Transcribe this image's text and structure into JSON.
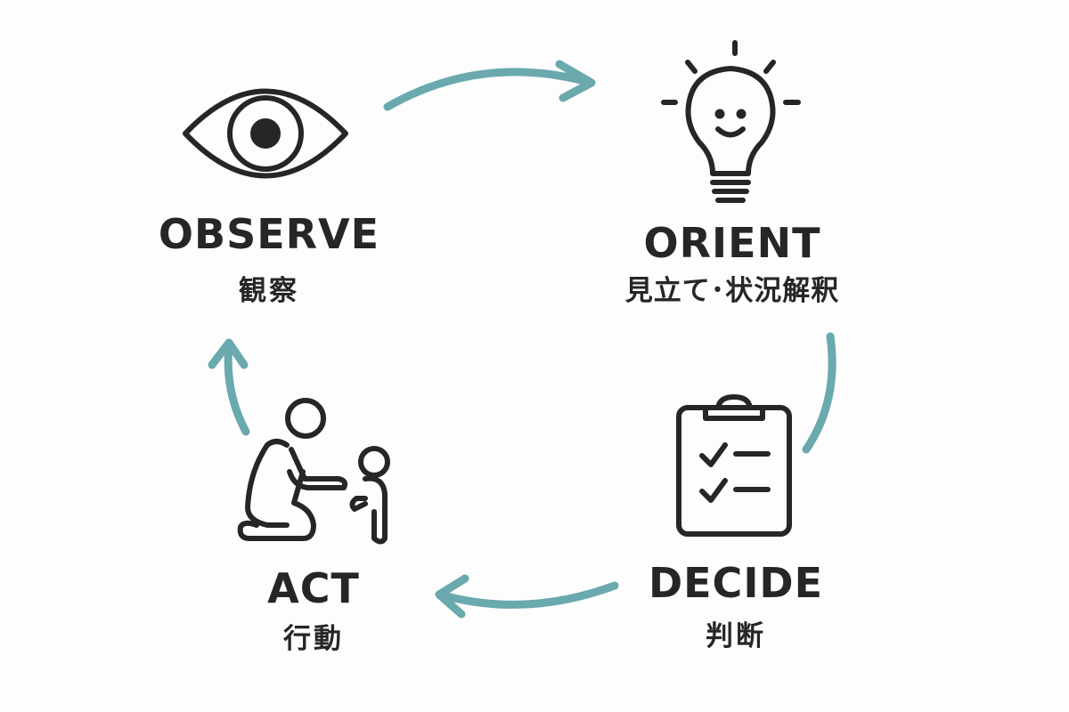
{
  "colors": {
    "accent": "#6aa9ae",
    "ink": "#262626"
  },
  "steps": [
    {
      "id": "observe",
      "label": "OBSERVE",
      "jp": "観察",
      "icon": "eye-icon"
    },
    {
      "id": "orient",
      "label": "ORIENT",
      "jp": "見立て･状況解釈",
      "icon": "lightbulb-icon"
    },
    {
      "id": "decide",
      "label": "DECIDE",
      "jp": "判断",
      "icon": "clipboard-checklist-icon"
    },
    {
      "id": "act",
      "label": "ACT",
      "jp": "行動",
      "icon": "adult-child-icon"
    }
  ]
}
